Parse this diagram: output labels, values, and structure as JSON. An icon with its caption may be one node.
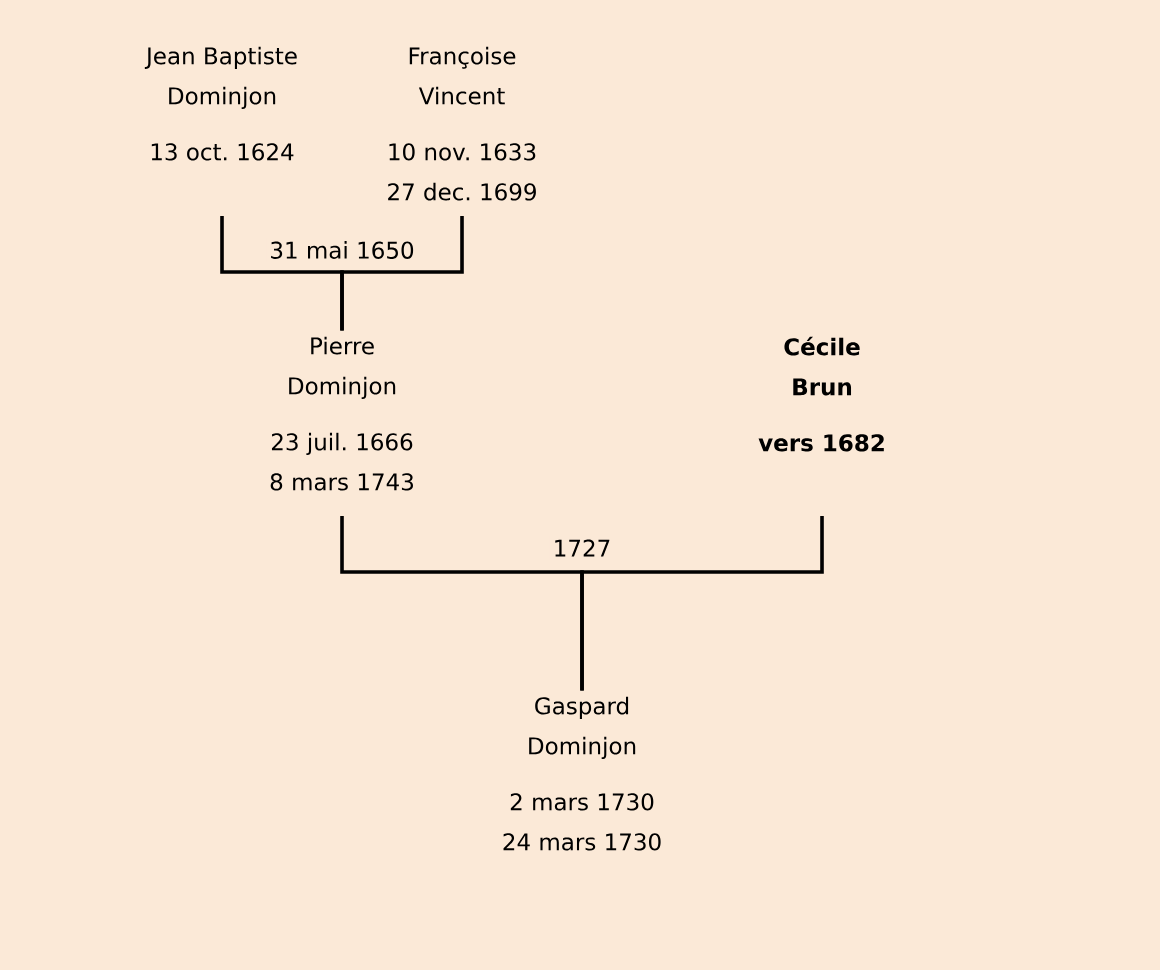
{
  "diagram": {
    "nodes": [
      {
        "text": [
          "Jean Baptiste Dominjon",
          "13 oct. 1624"
        ]
      },
      {
        "text": [
          "Françoise Vincent",
          "10 nov. 1633",
          "27 dec. 1699"
        ]
      },
      {
        "text": [
          "Pierre Dominjon",
          "23 juil. 1666",
          "8 mars 1743"
        ]
      },
      {
        "text": [
          "Cécile Brun",
          "vers 1682"
        ]
      },
      {
        "text": [
          "Gaspard Dominjon",
          "2 mars 1730",
          "24 mars 1730"
        ]
      }
    ],
    "edges": [
      {
        "from": 0,
        "to": 2,
        "arrow": "none",
        "label": "31 mai 1650"
      },
      {
        "from": 1,
        "to": 2,
        "arrow": "none"
      },
      {
        "from": 2,
        "to": 4,
        "arrow": "none",
        "label": "1727"
      },
      {
        "from": 3,
        "to": 4,
        "arrow": "none"
      }
    ]
  }
}
